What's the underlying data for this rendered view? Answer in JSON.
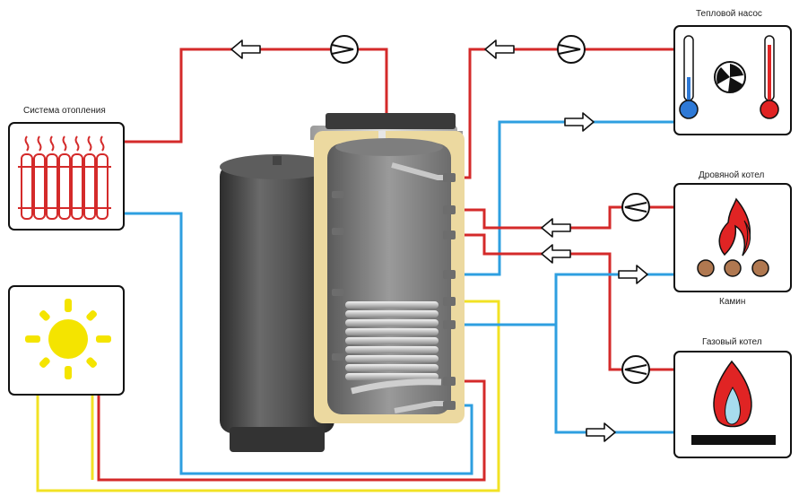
{
  "labels": {
    "heating_system": "Система отопления",
    "heat_pump": "Тепловой насос",
    "wood_boiler": "Дровяной котел",
    "fireplace": "Камин",
    "gas_boiler": "Газовый котел"
  },
  "colors": {
    "supply_pipe": "#d42a2a",
    "return_pipe": "#2e9fe0",
    "solar_pipe": "#f2e224",
    "tank_body": "#4a4a4a",
    "insulation": "#ecd9a0",
    "sun": "#f4e400",
    "flame": "#e02424",
    "gas_flame_core": "#a7dcee",
    "firewood": "#b07850",
    "box_border": "#111111"
  },
  "icons": {
    "heating": "radiator-icon",
    "solar": "sun-icon",
    "heat_pump": "thermometer-fan-icon",
    "wood_boiler": "flame-logs-icon",
    "gas_boiler": "gas-flame-icon",
    "pump": "pump-icon",
    "flow": "flow-arrow-icon"
  }
}
